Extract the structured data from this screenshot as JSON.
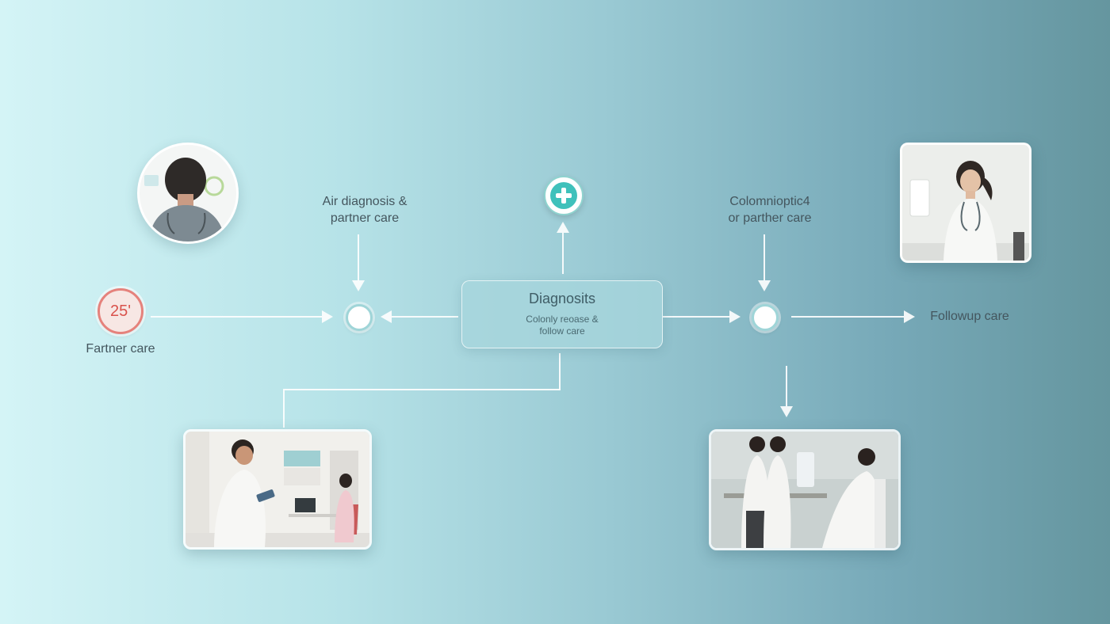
{
  "labels": {
    "top_left": [
      "Air diagnosis &",
      "partner care"
    ],
    "top_right": [
      "Colomnioptic4",
      "or parther care"
    ],
    "left": "Fartner care",
    "right": "Followup care"
  },
  "badge_text": "25'",
  "center": {
    "title": "Diagnosits",
    "subtitle": [
      "Colonly reoase &",
      "follow care"
    ]
  },
  "icons": {
    "top": "medical-cross-icon",
    "badge": "counter-badge",
    "photo_top_left": "patient-avatar",
    "photo_top_right": "doctor-portrait",
    "photo_bottom_left": "consultation-photo",
    "photo_bottom_right": "team-meeting-photo"
  },
  "colors": {
    "accent_teal": "#3fc1bb",
    "badge_red": "#e5827c",
    "connector": "#ffffff",
    "node_ring": "#9fd5d8"
  }
}
